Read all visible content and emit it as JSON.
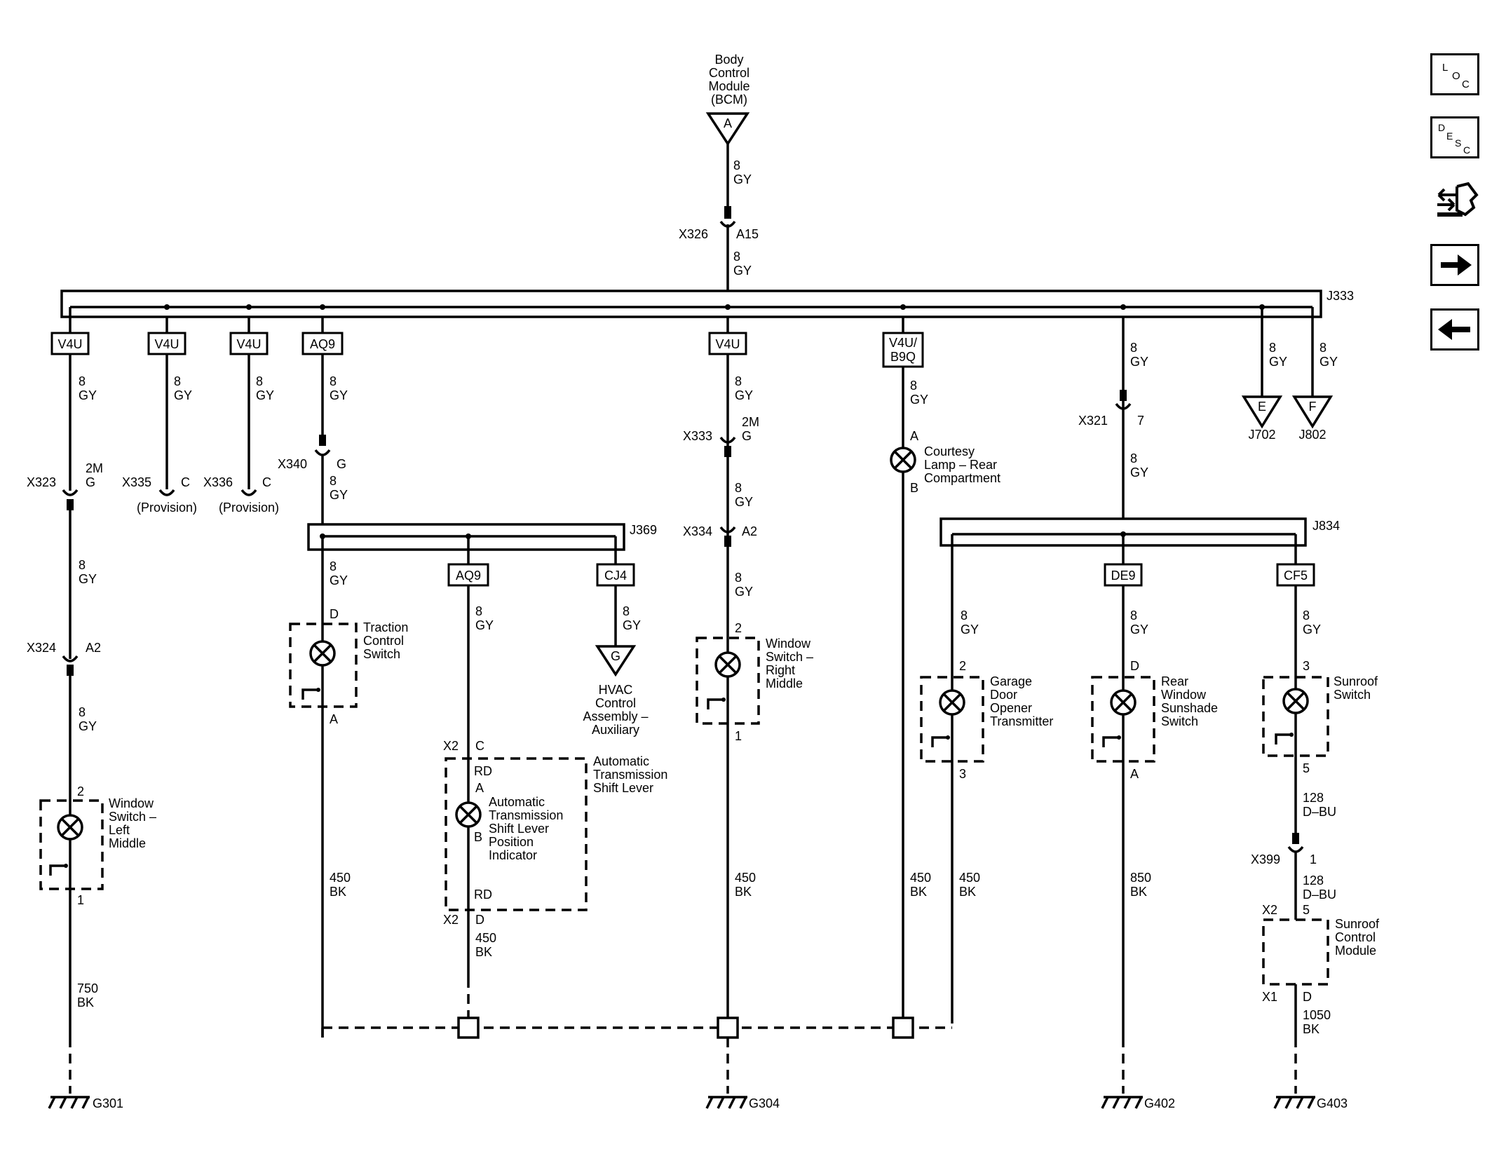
{
  "sidebar": {
    "loc": {
      "l": "L",
      "o": "O",
      "c": "C"
    },
    "desc": {
      "d": "D",
      "e": "E",
      "s": "S",
      "c": "C"
    }
  },
  "bcm": {
    "line1": "Body",
    "line2": "Control",
    "line3": "Module",
    "line4": "(BCM)",
    "pin": "A"
  },
  "x326": {
    "name": "X326",
    "pin": "A15"
  },
  "j333": "J333",
  "j369": "J369",
  "j834": "J834",
  "wire_8": "8",
  "wire_gy": "GY",
  "opt": {
    "v4u": "V4U",
    "aq9": "AQ9",
    "v4u_b9q_1": "V4U/",
    "v4u_b9q_2": "B9Q",
    "cj4": "CJ4",
    "de9": "DE9",
    "cf5": "CF5"
  },
  "conn": {
    "x323": "X323",
    "x324": "X324",
    "x335": "X335",
    "x336": "X336",
    "x340": "X340",
    "x333": "X333",
    "x334": "X334",
    "x321": "X321",
    "x399": "X399",
    "x2": "X2",
    "x1": "X1"
  },
  "pins": {
    "2m": "2M",
    "g": "G",
    "c": "C",
    "a2": "A2",
    "7": "7",
    "1": "1",
    "2": "2",
    "3": "3",
    "5": "5",
    "d": "D",
    "a": "A",
    "b": "B",
    "rd": "RD"
  },
  "provision": "(Provision)",
  "offpage": {
    "e": "E",
    "f": "F",
    "j702": "J702",
    "j802": "J802",
    "gpin": "G"
  },
  "components": {
    "wsl": [
      "Window",
      "Switch –",
      "Left",
      "Middle"
    ],
    "tcs": [
      "Traction",
      "Control",
      "Switch"
    ],
    "hvac": [
      "HVAC",
      "Control",
      "Assembly –",
      "Auxiliary"
    ],
    "ats": [
      "Automatic",
      "Transmission",
      "Shift Lever"
    ],
    "atsi": [
      "Automatic",
      "Transmission",
      "Shift Lever",
      "Position",
      "Indicator"
    ],
    "wsr": [
      "Window",
      "Switch –",
      "Right",
      "Middle"
    ],
    "courtesy": [
      "Courtesy",
      "Lamp – Rear",
      "Compartment"
    ],
    "garage": [
      "Garage",
      "Door",
      "Opener",
      "Transmitter"
    ],
    "rear": [
      "Rear",
      "Window",
      "Sunshade",
      "Switch"
    ],
    "sunroof": [
      "Sunroof",
      "Switch"
    ],
    "sunroof_mod": [
      "Sunroof",
      "Control",
      "Module"
    ]
  },
  "gnd_wires": {
    "w750": "750",
    "w450": "450",
    "w850": "850",
    "w1050": "1050",
    "w128": "128",
    "bk": "BK",
    "dbu": "D–BU"
  },
  "grounds": {
    "g301": "G301",
    "g304": "G304",
    "g402": "G402",
    "g403": "G403"
  }
}
